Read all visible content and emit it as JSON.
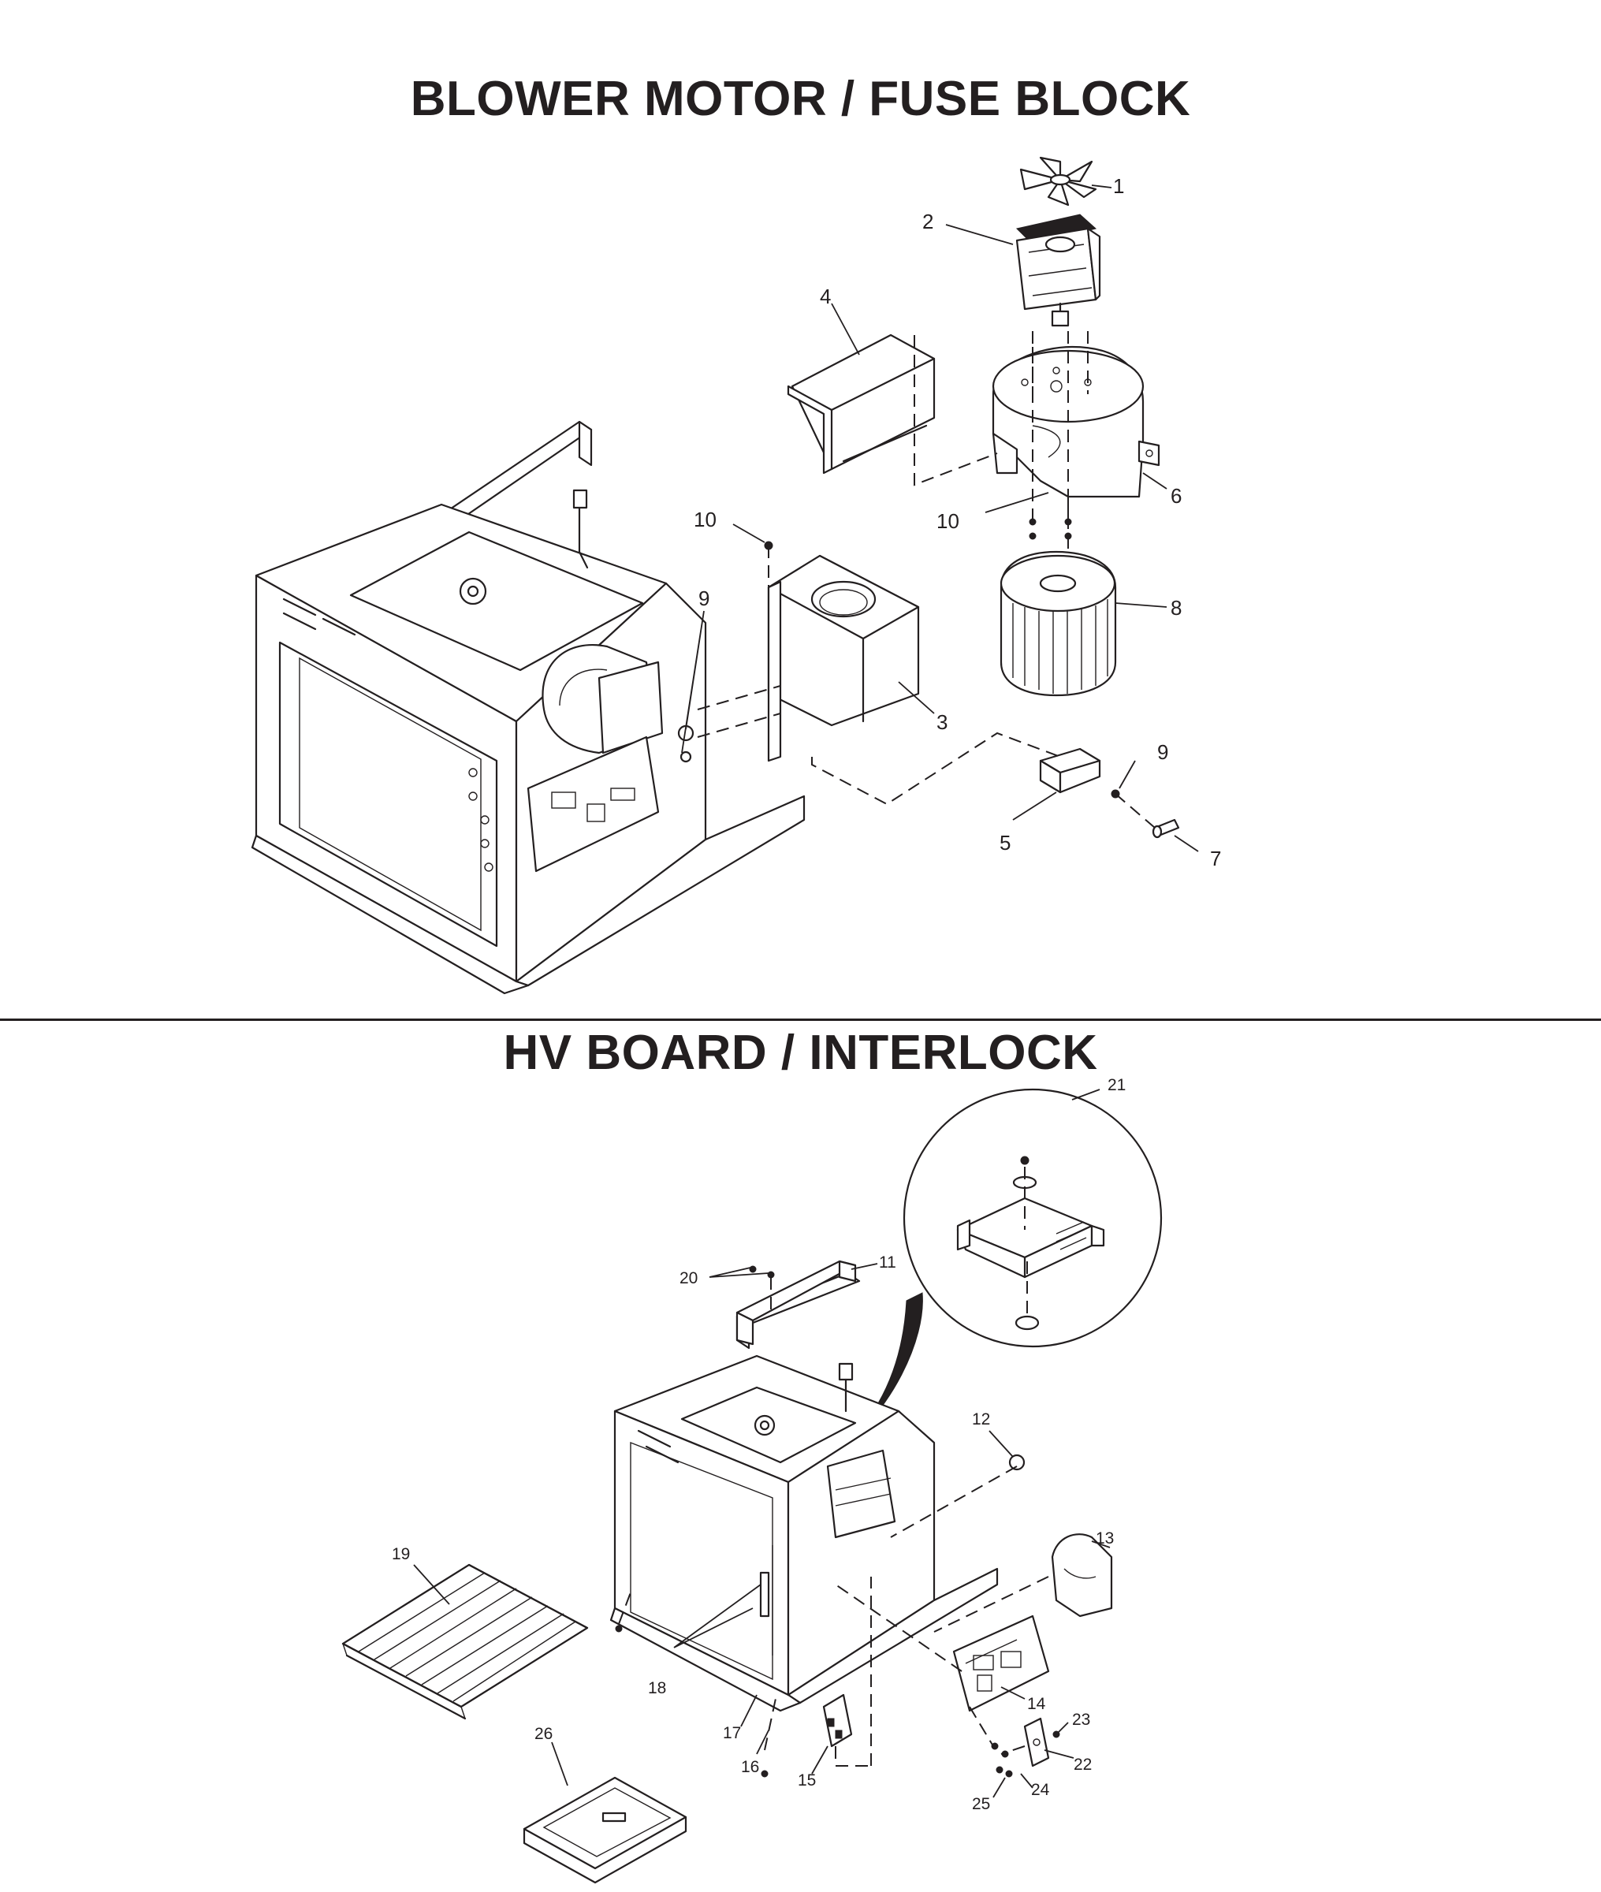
{
  "sections": {
    "top_title": "BLOWER MOTOR / FUSE BLOCK",
    "bottom_title": "HV BOARD / INTERLOCK"
  },
  "callouts": {
    "c1": "1",
    "c2": "2",
    "c3": "3",
    "c4": "4",
    "c5": "5",
    "c6": "6",
    "c7": "7",
    "c8": "8",
    "c9a": "9",
    "c9b": "9",
    "c10a": "10",
    "c10b": "10",
    "c11": "11",
    "c12": "12",
    "c13": "13",
    "c14": "14",
    "c15": "15",
    "c16": "16",
    "c17": "17",
    "c18": "18",
    "c19": "19",
    "c20": "20",
    "c21": "21",
    "c22": "22",
    "c23": "23",
    "c24": "24",
    "c25": "25",
    "c26": "26"
  }
}
